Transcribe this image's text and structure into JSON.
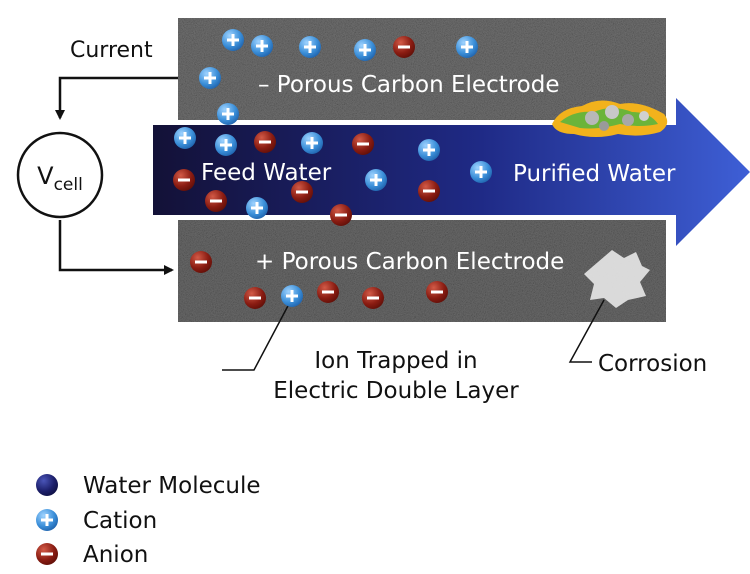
{
  "labels": {
    "current": "Current",
    "vcell_main": "V",
    "vcell_sub": "cell",
    "top_electrode": "– Porous Carbon Electrode",
    "bottom_electrode": "+ Porous Carbon Electrode",
    "feed_water": "Feed Water",
    "purified_water": "Purified Water",
    "ion_trapped_line1": "Ion Trapped in",
    "ion_trapped_line2": "Electric Double Layer",
    "corrosion": "Corrosion"
  },
  "legend": {
    "water_molecule": "Water Molecule",
    "cation": "Cation",
    "anion": "Anion"
  },
  "colors": {
    "cation": "#3b8fd9",
    "anion": "#8a1c12",
    "water_molecule": "#1c1f6b",
    "arrow_dark": "#14123f",
    "arrow_light": "#3a5ad0",
    "electrode": "#6f6f6f"
  }
}
